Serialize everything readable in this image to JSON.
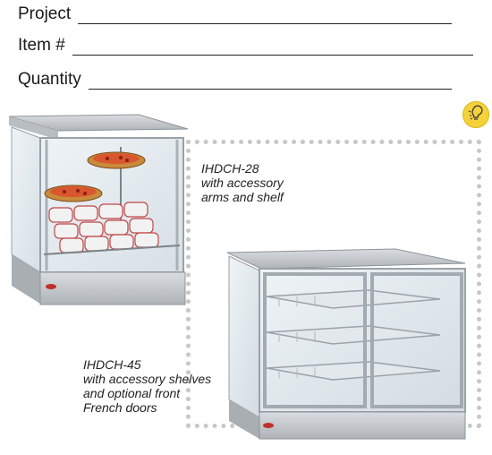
{
  "form": {
    "project_label": "Project",
    "item_label": "Item #",
    "quantity_label": "Quantity"
  },
  "products": [
    {
      "model": "IHDCH-28",
      "lines": [
        "with accessory",
        "arms and shelf"
      ]
    },
    {
      "model": "IHDCH-45",
      "lines": [
        "with accessory shelves",
        "and optional front",
        "French doors"
      ]
    }
  ],
  "icons": {
    "badge": "bulb-idea-icon"
  },
  "colors": {
    "badge_yellow": "#f3d23c",
    "cabinet_steel": "#c9cdd2",
    "glass_tint": "#e6eef2",
    "dotted_frame": "#c7c7c7"
  }
}
